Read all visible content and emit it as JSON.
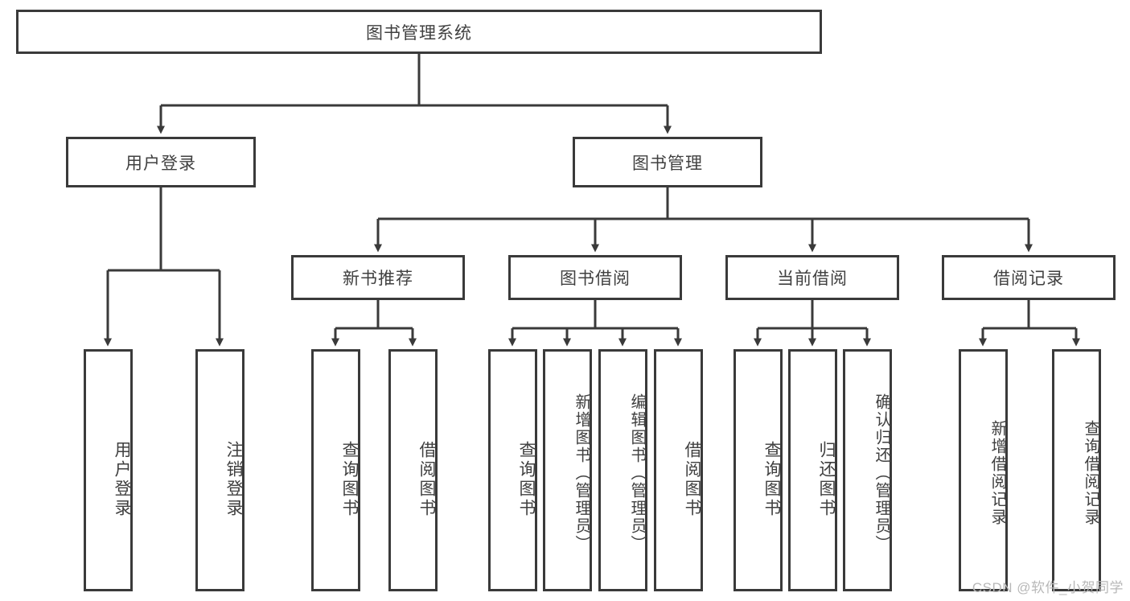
{
  "diagram": {
    "title": "图书管理系统",
    "type": "tree-hierarchy",
    "levels": [
      {
        "level": 1,
        "nodes": [
          {
            "id": "root",
            "label": "图书管理系统",
            "orientation": "horizontal"
          }
        ]
      },
      {
        "level": 2,
        "nodes": [
          {
            "id": "login",
            "label": "用户登录",
            "orientation": "horizontal",
            "parent": "root"
          },
          {
            "id": "bookmgmt",
            "label": "图书管理",
            "orientation": "horizontal",
            "parent": "root"
          }
        ]
      },
      {
        "level": 3,
        "nodes": [
          {
            "id": "newbook",
            "label": "新书推荐",
            "orientation": "horizontal",
            "parent": "bookmgmt"
          },
          {
            "id": "borrow",
            "label": "图书借阅",
            "orientation": "horizontal",
            "parent": "bookmgmt"
          },
          {
            "id": "current",
            "label": "当前借阅",
            "orientation": "horizontal",
            "parent": "bookmgmt"
          },
          {
            "id": "records",
            "label": "借阅记录",
            "orientation": "horizontal",
            "parent": "bookmgmt"
          }
        ]
      },
      {
        "level": 4,
        "nodes": [
          {
            "id": "leaf1",
            "label": "用户登录",
            "orientation": "vertical",
            "parent": "login"
          },
          {
            "id": "leaf2",
            "label": "注销登录",
            "orientation": "vertical",
            "parent": "login"
          },
          {
            "id": "leaf3",
            "label": "查询图书",
            "orientation": "vertical",
            "parent": "newbook"
          },
          {
            "id": "leaf4",
            "label": "借阅图书",
            "orientation": "vertical",
            "parent": "newbook"
          },
          {
            "id": "leaf5",
            "label": "查询图书",
            "orientation": "vertical",
            "parent": "borrow"
          },
          {
            "id": "leaf6",
            "label": "新增图书（管理员）",
            "orientation": "vertical",
            "parent": "borrow"
          },
          {
            "id": "leaf7",
            "label": "编辑图书（管理员）",
            "orientation": "vertical",
            "parent": "borrow"
          },
          {
            "id": "leaf8",
            "label": "借阅图书",
            "orientation": "vertical",
            "parent": "borrow"
          },
          {
            "id": "leaf9",
            "label": "查询图书",
            "orientation": "vertical",
            "parent": "current"
          },
          {
            "id": "leaf10",
            "label": "归还图书",
            "orientation": "vertical",
            "parent": "current"
          },
          {
            "id": "leaf11",
            "label": "确认归还（管理员）",
            "orientation": "vertical",
            "parent": "current"
          },
          {
            "id": "leaf12",
            "label": "新增借阅记录",
            "orientation": "vertical",
            "parent": "records"
          },
          {
            "id": "leaf13",
            "label": "查询借阅记录",
            "orientation": "vertical",
            "parent": "records"
          }
        ]
      }
    ],
    "colors": {
      "border": "#3a3a3a",
      "text": "#404040",
      "background": "#ffffff",
      "connector": "#3a3a3a",
      "watermark": "#b8b8b8"
    }
  },
  "watermark": {
    "text": "CSDN @软件_小贺同学"
  }
}
